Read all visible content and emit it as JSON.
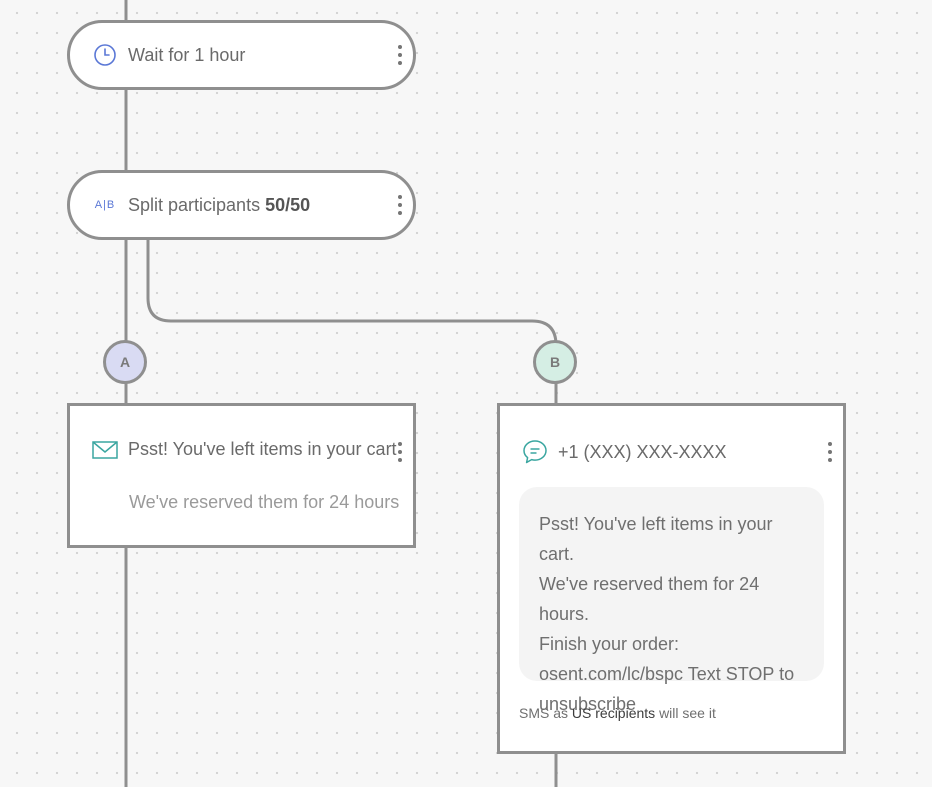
{
  "wait_step": {
    "label": "Wait for 1 hour",
    "icon": "clock-icon"
  },
  "split_step": {
    "label_prefix": "Split participants",
    "ratio": "50/50",
    "icon_text": "A|B",
    "icon": "ab-split-icon"
  },
  "branches": {
    "a": {
      "badge": "A",
      "color": "#d9dbf3"
    },
    "b": {
      "badge": "B",
      "color": "#d5eee4"
    }
  },
  "email_step": {
    "icon": "envelope-icon",
    "subject": "Psst! You've left items in your cart",
    "preview": "We've reserved them for 24 hours"
  },
  "sms_step": {
    "icon": "chat-bubble-icon",
    "phone": "+1 (XXX) XXX-XXXX",
    "message_lines": [
      "Psst! You've left items in your cart.",
      "We've reserved them for 24 hours.",
      "Finish your order:",
      "osent.com/lc/bspc Text STOP to",
      "unsubscribe"
    ],
    "note_prefix": "SMS as",
    "note_highlight": "US recipients",
    "note_suffix": "will see it"
  },
  "colors": {
    "line": "#8f8f8f",
    "accent_blue": "#5b78d6",
    "accent_teal": "#3aa6a0"
  }
}
